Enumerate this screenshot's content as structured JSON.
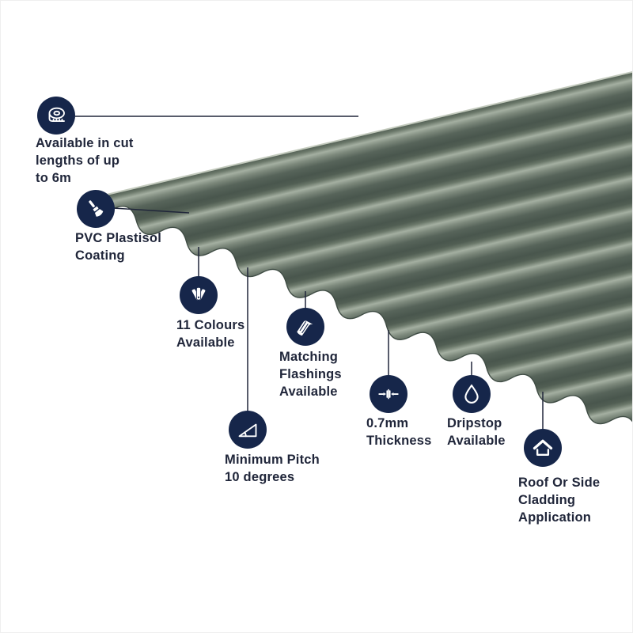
{
  "colors": {
    "badge-bg": "#16264a",
    "label-text": "#20263a",
    "connector": "#20263a",
    "sheet-highlight": "#a4afa1",
    "sheet-mid": "#7d897c",
    "sheet-mid-dark": "#6a7769",
    "sheet-dark": "#57645a",
    "sheet-deep": "#49564d",
    "sheet-shadow": "#515e53",
    "sheet-edge": "#404d45",
    "sheet-topline": "#c3cabd"
  },
  "callouts": [
    {
      "id": "cut-length",
      "icon": "tape-measure-icon",
      "label": "Available in cut\nlengths of up\nto 6m"
    },
    {
      "id": "pvc-coating",
      "icon": "paintbrush-icon",
      "label": "PVC Plastisol\nCoating"
    },
    {
      "id": "colours",
      "icon": "colour-swatch-icon",
      "label": "11 Colours\nAvailable"
    },
    {
      "id": "flashings",
      "icon": "flashing-icon",
      "label": "Matching\nFlashings\nAvailable"
    },
    {
      "id": "pitch",
      "icon": "pitch-angle-icon",
      "label": "Minimum Pitch\n10 degrees"
    },
    {
      "id": "thickness",
      "icon": "thickness-icon",
      "label": "0.7mm\nThickness"
    },
    {
      "id": "dripstop",
      "icon": "droplet-icon",
      "label": "Dripstop\nAvailable"
    },
    {
      "id": "cladding",
      "icon": "house-icon",
      "label": "Roof Or Side\nCladding\nApplication"
    }
  ]
}
